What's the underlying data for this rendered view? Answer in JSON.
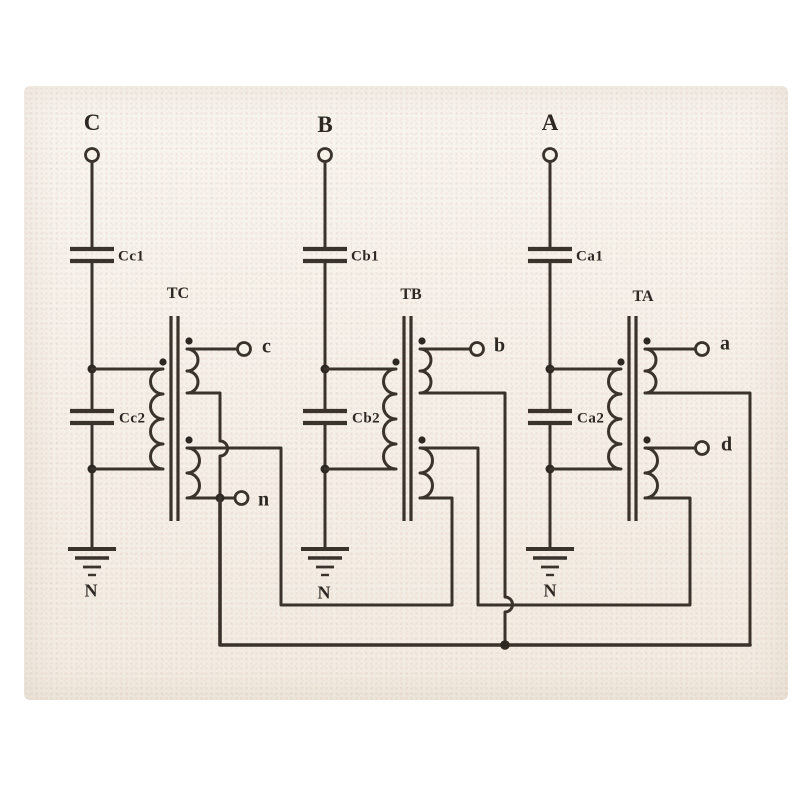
{
  "diagram": {
    "type": "circuit-schematic",
    "description": "Three-phase capacitor voltage transformer schematic with star secondary (a,b,c,n) and open-delta residual winding terminal d",
    "phases": [
      {
        "phase_label": "C",
        "cap1_label": "Cc1",
        "cap2_label": "Cc2",
        "transformer_label": "TC",
        "secondary_terminal": "c",
        "ground_label": "N"
      },
      {
        "phase_label": "B",
        "cap1_label": "Cb1",
        "cap2_label": "Cb2",
        "transformer_label": "TB",
        "secondary_terminal": "b",
        "ground_label": "N"
      },
      {
        "phase_label": "A",
        "cap1_label": "Ca1",
        "cap2_label": "Ca2",
        "transformer_label": "TA",
        "secondary_terminal": "a",
        "ground_label": "N"
      }
    ],
    "neutral_terminal": "n",
    "open_delta_terminal": "d"
  },
  "colors": {
    "line": "#3a332c",
    "paper": "#f4efe7",
    "background": "#ffffff"
  }
}
